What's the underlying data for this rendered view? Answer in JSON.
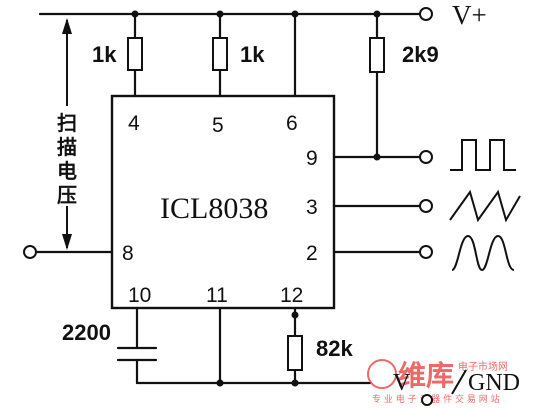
{
  "labels": {
    "supply": "V+",
    "ground": "GND",
    "ground_prefix": "V",
    "chip": "ICL8038",
    "sweep_voltage": [
      "扫",
      "描",
      "电",
      "压"
    ]
  },
  "components": {
    "r1": "1k",
    "r2": "1k",
    "r3": "2k9",
    "r4": "82k",
    "c1": "2200"
  },
  "pins": {
    "p4": "4",
    "p5": "5",
    "p6": "6",
    "p9": "9",
    "p3": "3",
    "p2": "2",
    "p8": "8",
    "p10": "10",
    "p11": "11",
    "p12": "12"
  },
  "outputs": [
    "square-wave",
    "triangle-wave",
    "sine-wave"
  ],
  "watermark": {
    "logo": "维库",
    "tagline": "专 业 电 子 元 器 件 交 易 网 站",
    "subline": "电子市场网"
  }
}
